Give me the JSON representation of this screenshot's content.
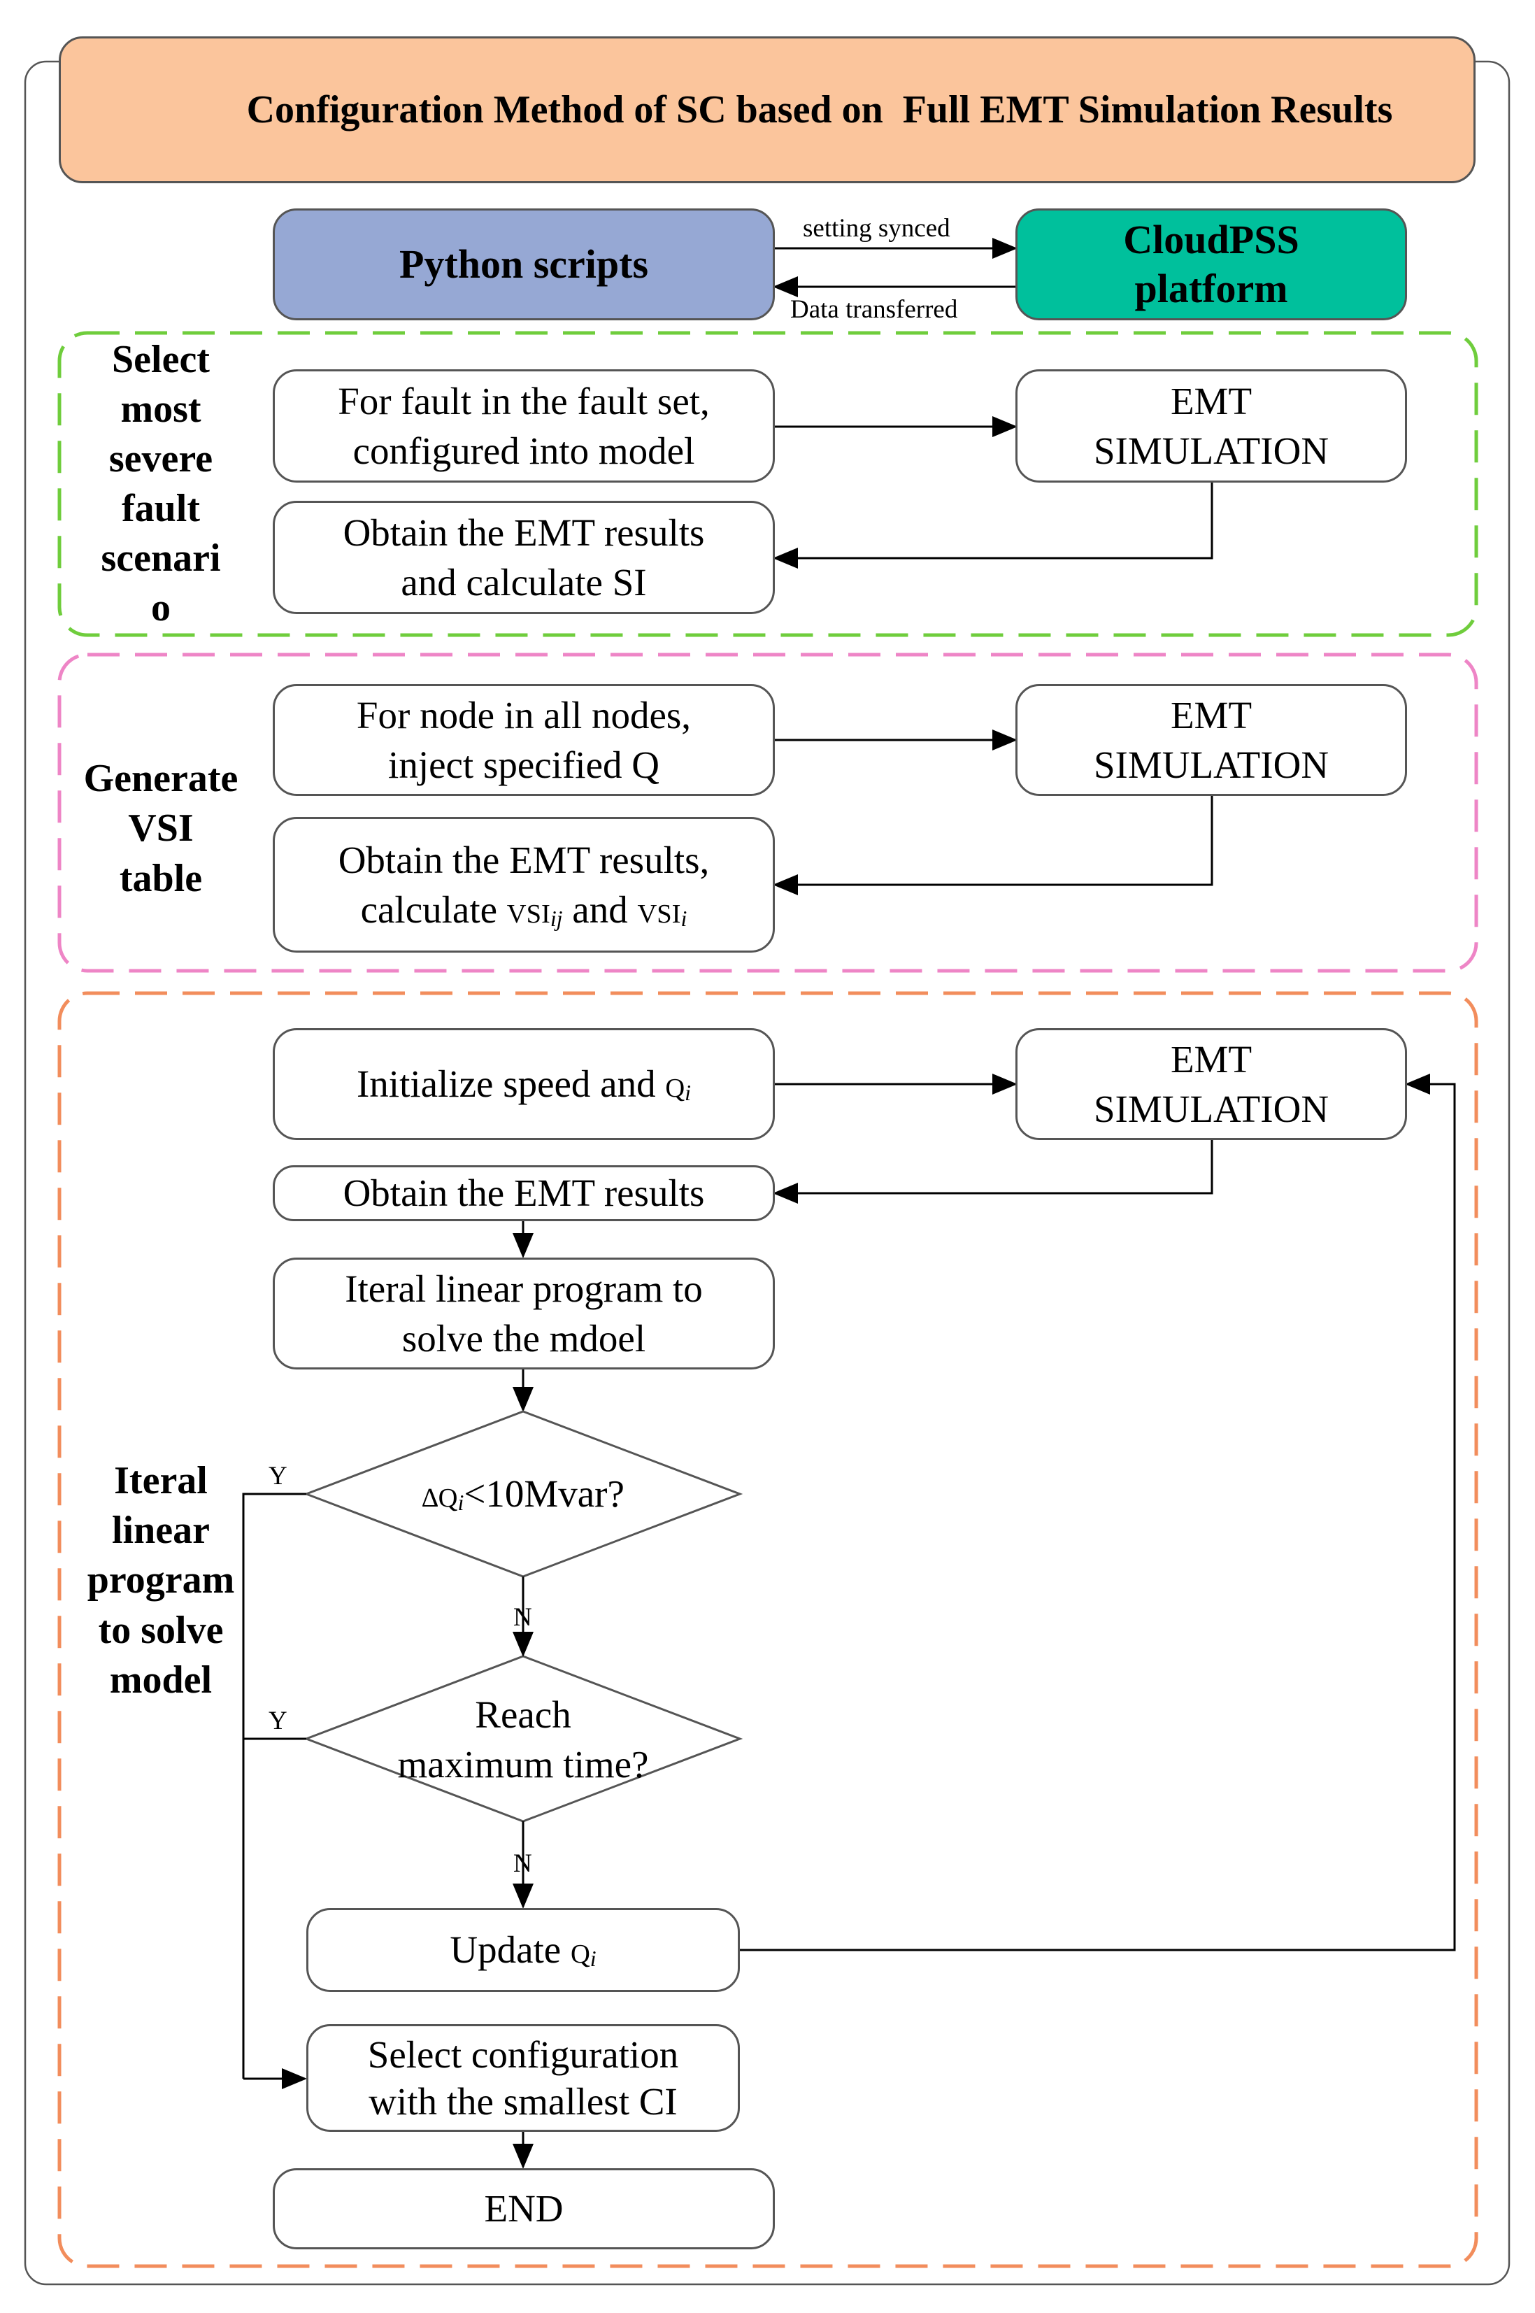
{
  "title": "Configuration Method of SC based on  Full EMT Simulation Results",
  "top": {
    "python": "Python scripts",
    "cloud_line1": "CloudPSS",
    "cloud_line2": "platform",
    "setting": "setting synced",
    "data": "Data transferred"
  },
  "section1": {
    "label": [
      "Select",
      "most",
      "severe",
      "fault",
      "scenari",
      "o"
    ],
    "fault_box": [
      "For fault in the fault set,",
      "configured into model"
    ],
    "emt": [
      "EMT",
      "SIMULATION"
    ],
    "results_box": [
      "Obtain the EMT results",
      "and calculate SI"
    ]
  },
  "section2": {
    "label": [
      "Generate",
      "VSI",
      "table"
    ],
    "node_box": [
      "For node in all nodes,",
      "inject specified Q"
    ],
    "emt": [
      "EMT",
      "SIMULATION"
    ],
    "results_line1": "Obtain the EMT results,",
    "results_pre": "calculate ",
    "vsi": "VSI",
    "sub_ij": "ij",
    "and": " and ",
    "sub_i": "i"
  },
  "section3": {
    "label": [
      "Iteral",
      "linear",
      "program",
      "to solve",
      "model"
    ],
    "init_text": "Initialize speed and ",
    "q": "Q",
    "sub_i": "i",
    "emt": [
      "EMT",
      "SIMULATION"
    ],
    "obtain": "Obtain the EMT results",
    "iteral_box": [
      "Iteral linear program to",
      "solve the mdoel"
    ],
    "delta": "∆",
    "cond1_tail": "<10Mvar?",
    "reach": [
      "Reach",
      "maximum time?"
    ],
    "update_text": "Update ",
    "select_box": [
      "Select configuration",
      "with the smallest  CI"
    ],
    "end": "END",
    "yes": "Y",
    "no": "N"
  },
  "colors": {
    "title_fill": "#fbc59c",
    "python_fill": "#96a8d4",
    "cloud_fill": "#00c09c",
    "section1_border": "#6fcd3c",
    "section2_border": "#ee85c6",
    "section3_border": "#f28d5c"
  }
}
